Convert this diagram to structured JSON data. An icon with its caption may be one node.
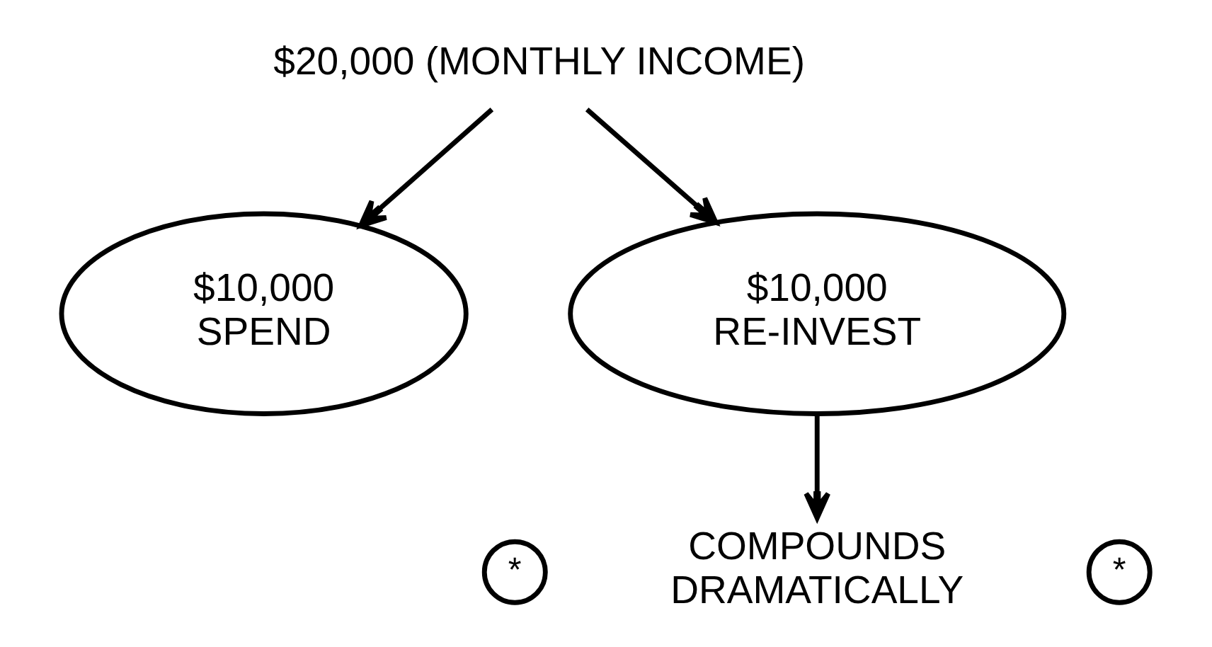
{
  "diagram": {
    "nodes": [
      {
        "text": [
          "$20,000 (MONTHLY INCOME)"
        ]
      },
      {
        "text": [
          "$10,000",
          "SPEND"
        ]
      },
      {
        "text": [
          "$10,000",
          "RE-INVEST"
        ]
      },
      {
        "text": [
          "*"
        ]
      },
      {
        "text": [
          "COMPOUNDS DRAMATICALLY"
        ]
      },
      {
        "text": [
          "*"
        ]
      }
    ],
    "edges": [
      {
        "from": 0,
        "to": 1,
        "arrow": "to"
      },
      {
        "from": 0,
        "to": 2,
        "arrow": "to"
      },
      {
        "from": 2,
        "to": 4,
        "arrow": "to"
      }
    ]
  }
}
